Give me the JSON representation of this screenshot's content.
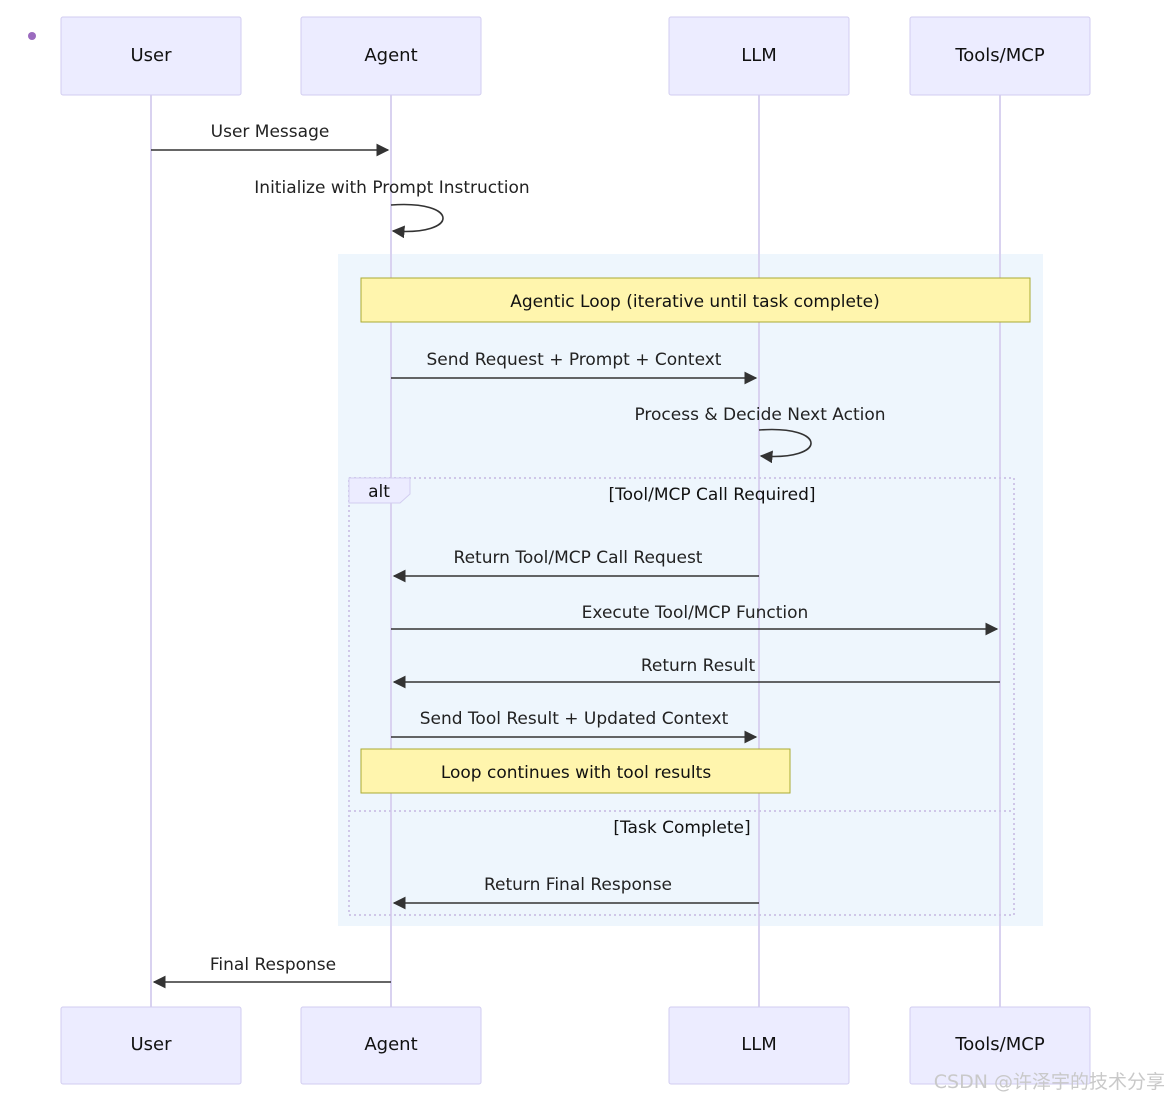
{
  "participants": {
    "user": "User",
    "agent": "Agent",
    "llm": "LLM",
    "tools": "Tools/MCP"
  },
  "messages": {
    "m1": "User Message",
    "m2": "Initialize with Prompt Instruction",
    "m3": "Send Request + Prompt + Context",
    "m4": "Process & Decide Next Action",
    "m5": "Return Tool/MCP Call Request",
    "m6": "Execute Tool/MCP Function",
    "m7": "Return Result",
    "m8": "Send Tool Result + Updated Context",
    "m9": "Return Final Response",
    "m10": "Final Response"
  },
  "notes": {
    "loop": "Agentic Loop (iterative until task complete)",
    "continues": "Loop continues with tool results"
  },
  "alt": {
    "label": "alt",
    "condition1": "[Tool/MCP Call Required]",
    "condition2": "[Task Complete]"
  },
  "watermark": "CSDN @许泽宇的技术分享"
}
